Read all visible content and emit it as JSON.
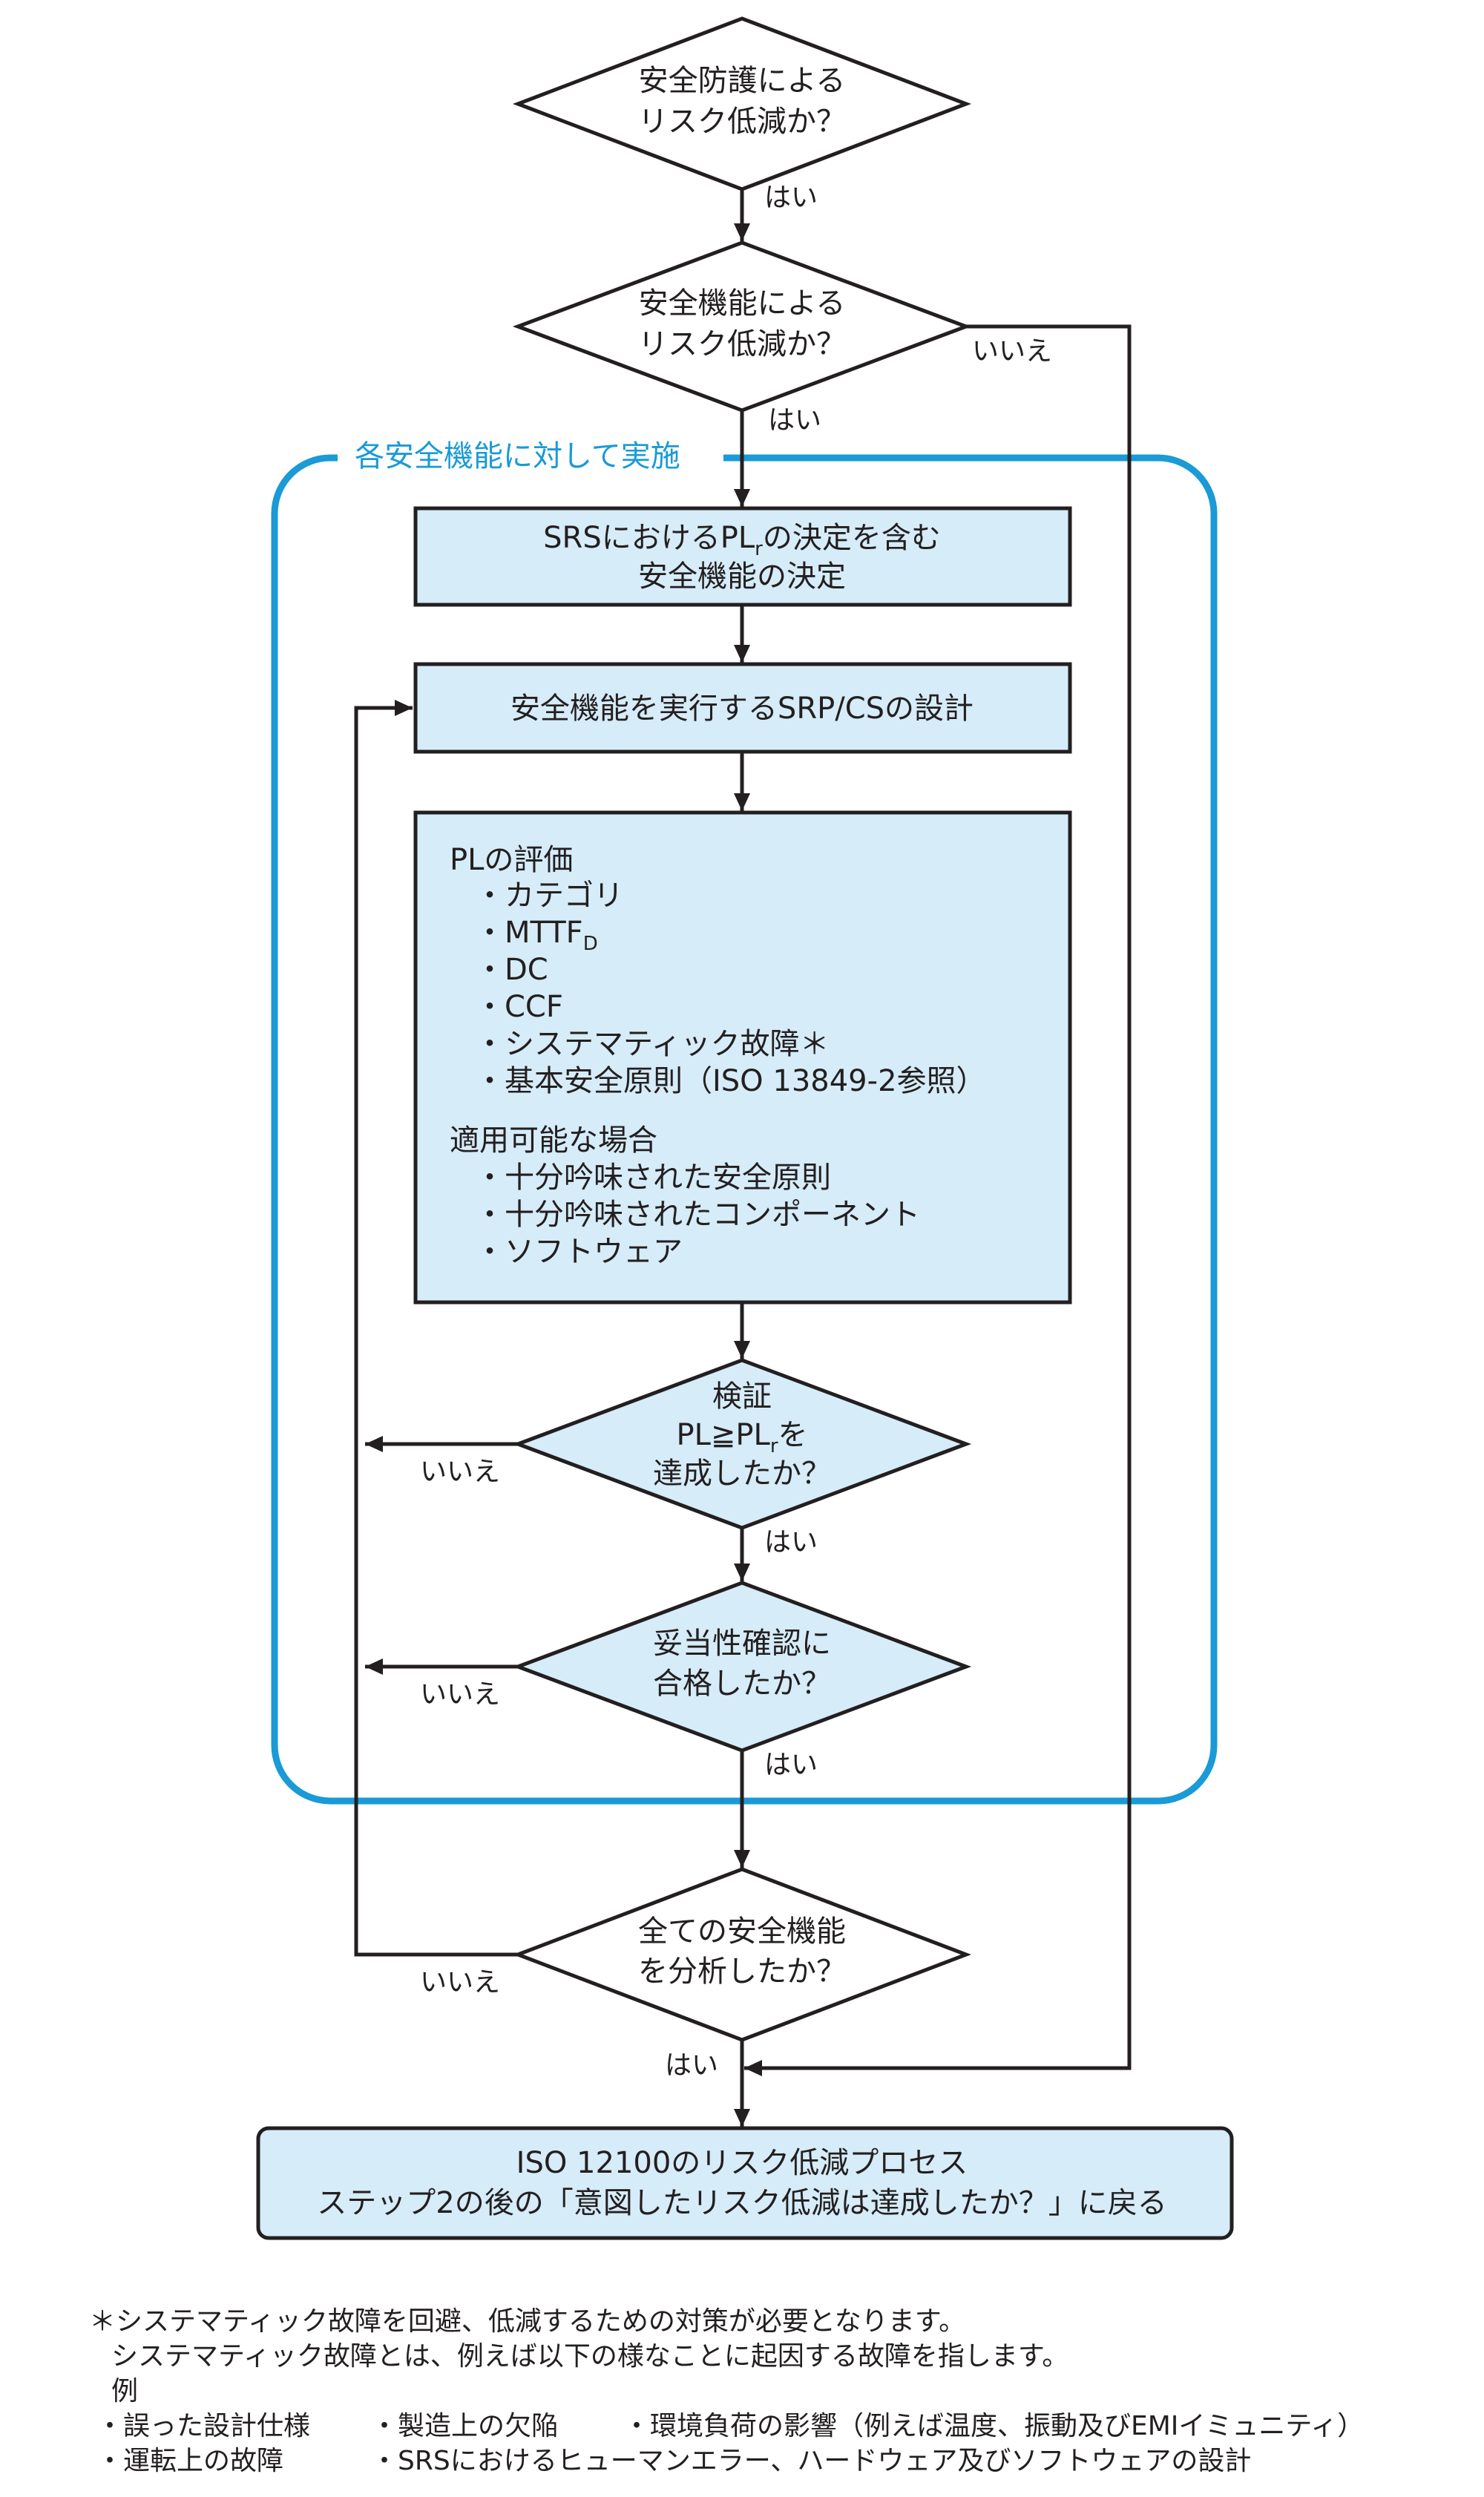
{
  "colors": {
    "line": "#231f20",
    "box_fill": "#d6ecf8",
    "loop_accent": "#1a9ad6"
  },
  "decisions": {
    "d1": {
      "lines": [
        "安全防護による",
        "リスク低減か？"
      ]
    },
    "d2": {
      "lines": [
        "安全機能による",
        "リスク低減か？"
      ]
    },
    "verify": {
      "lines": [
        "検証",
        "PL≧PL",
        "を",
        "達成したか？"
      ],
      "subscript": "r"
    },
    "validate": {
      "lines": [
        "妥当性確認に",
        "合格したか？"
      ]
    },
    "all": {
      "lines": [
        "全ての安全機能",
        "を分析したか？"
      ]
    }
  },
  "loop_label": "各安全機能に対して実施",
  "boxes": {
    "determine": {
      "line1_pre": "SRSにおけるPL",
      "line1_sub": "r",
      "line1_post": "の決定を含む",
      "line2": "安全機能の決定"
    },
    "design": {
      "text": "安全機能を実行するSRP/CSの設計"
    },
    "evaluate": {
      "title": "PLの評価",
      "items": [
        "・カテゴリ",
        "・MTTF",
        "・DC",
        "・CCF",
        "・システマティック故障＊",
        "・基本安全原則（ISO 13849-2参照）"
      ],
      "mttf_sub": "D",
      "applicable_title": "適用可能な場合",
      "applicable_items": [
        "・十分吟味された安全原則",
        "・十分吟味されたコンポーネント",
        "・ソフトウェア"
      ]
    },
    "final": {
      "line1": "ISO 12100のリスク低減プロセス",
      "line2": "ステップ2の後の「意図したリスク低減は達成したか？」に戻る"
    }
  },
  "labels": {
    "yes": "はい",
    "no": "いいえ"
  },
  "footnote": {
    "lines": [
      "＊システマティック故障を回避、低減するための対策が必要となります。",
      "システマティック故障とは、例えば以下の様なことに起因する故障を指します。",
      "例"
    ],
    "examples_row1": [
      "・誤った設計仕様",
      "・製造上の欠陥",
      "・環境負荷の影響（例えば温度、振動及びEMIイミュニティ）"
    ],
    "examples_row2": [
      "・運転上の故障",
      "・SRSにおけるヒューマンエラー、ハードウェア及びソフトウェアの設計"
    ]
  }
}
